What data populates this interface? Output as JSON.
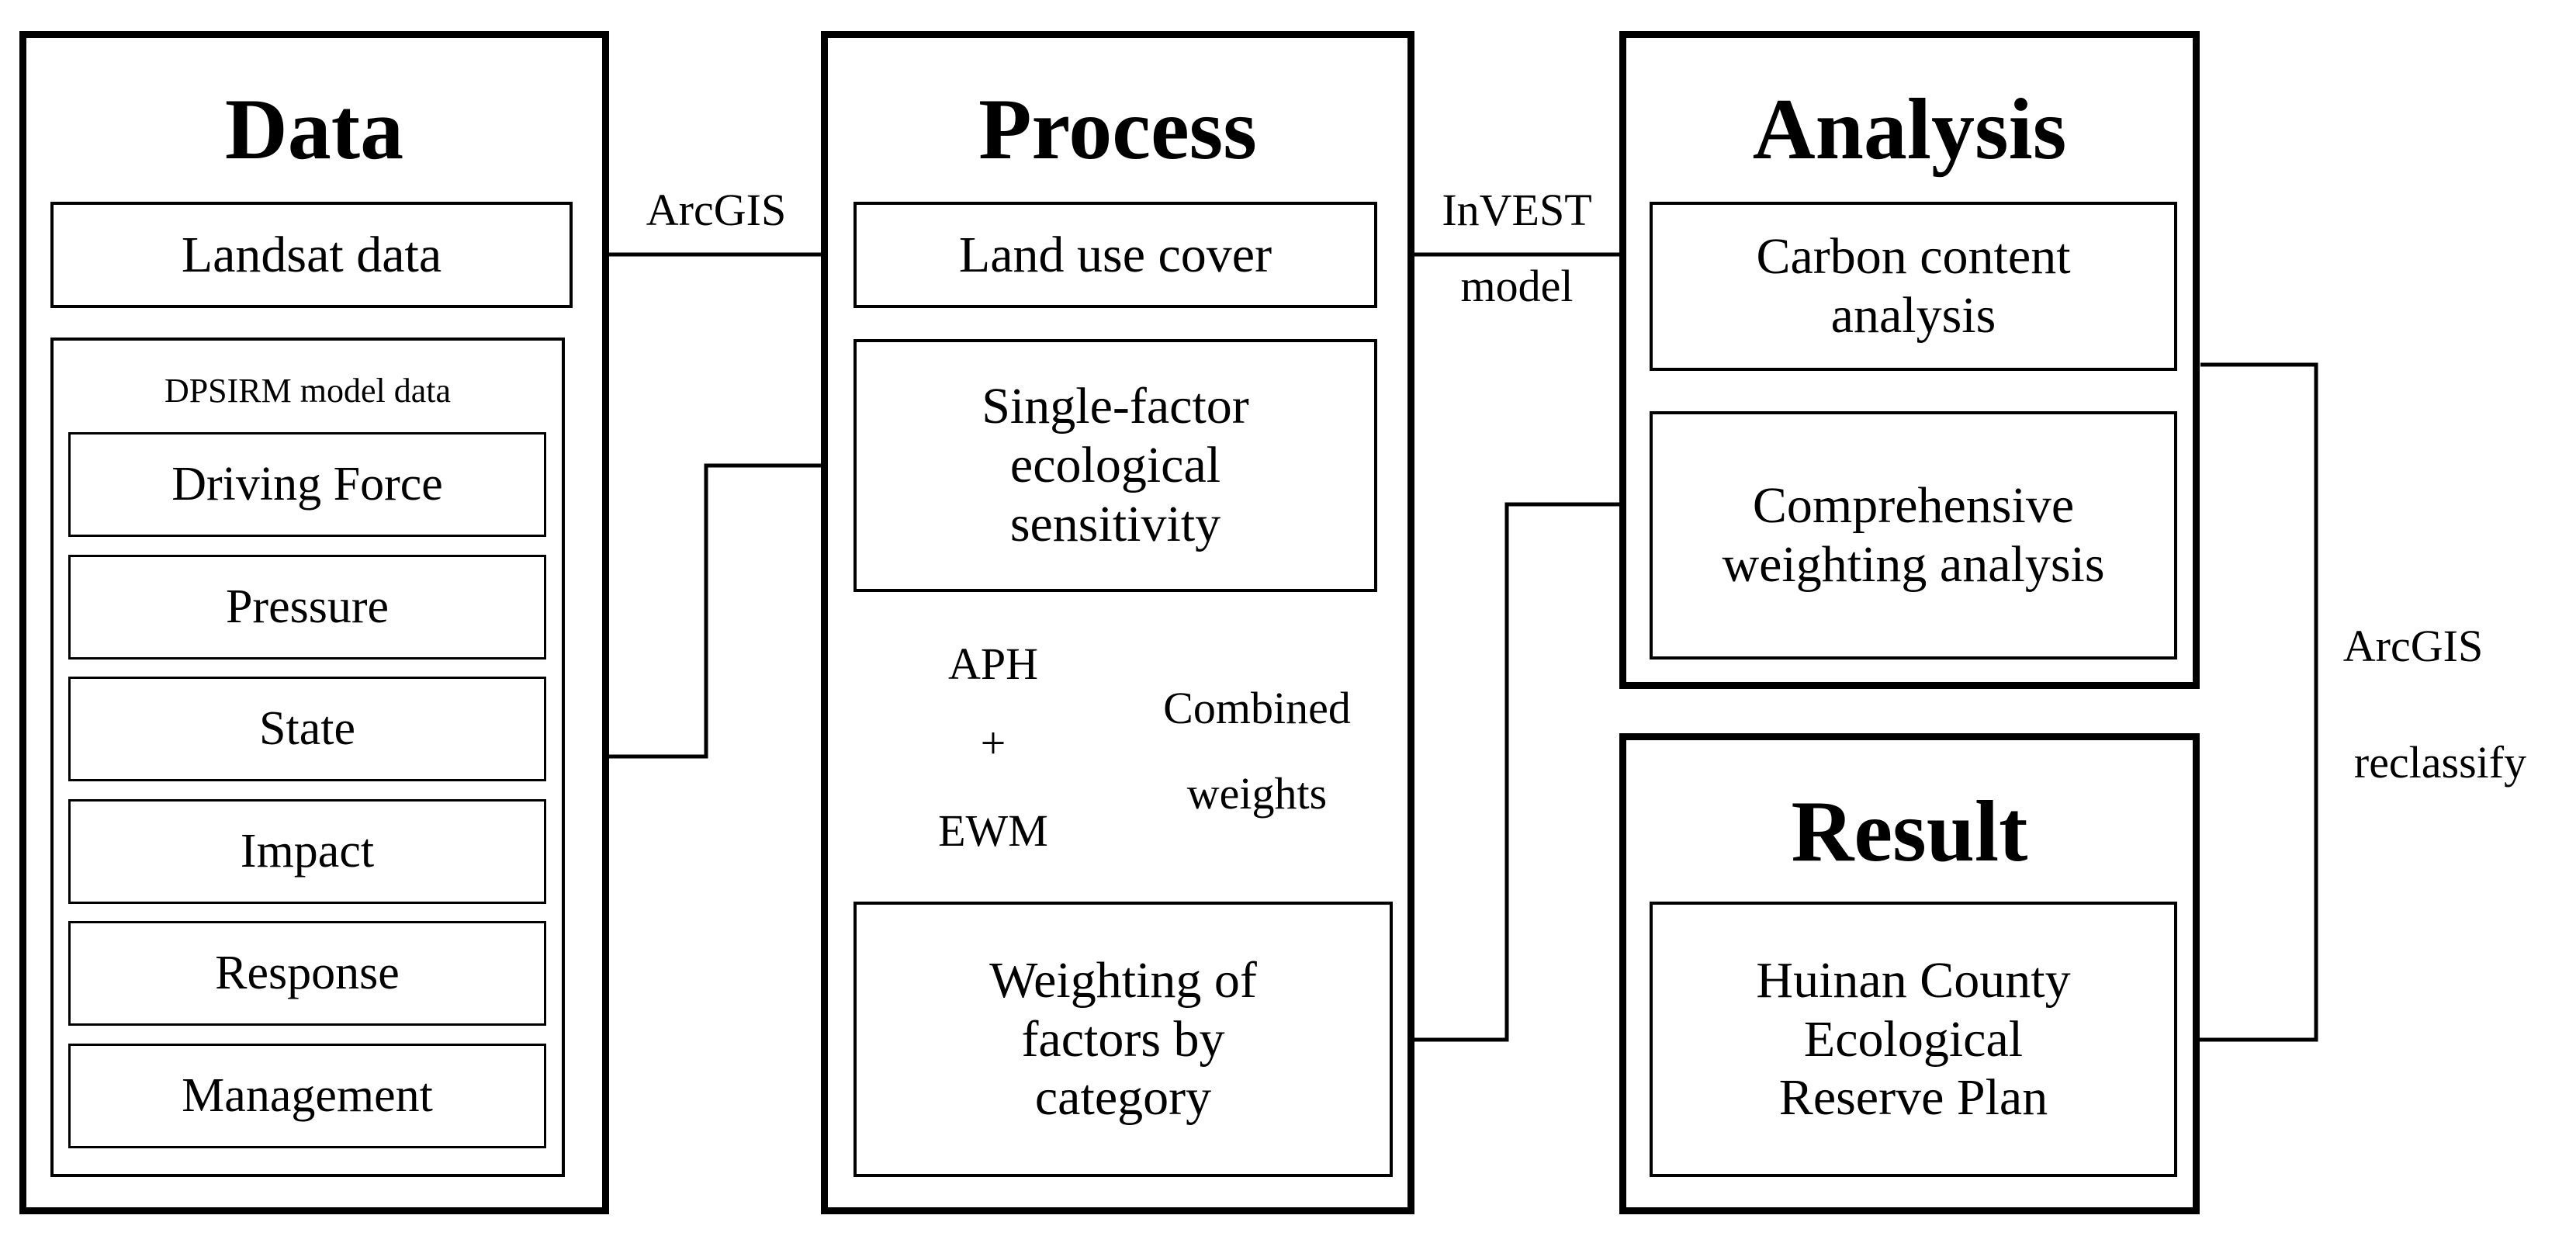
{
  "panels": {
    "data": {
      "title": "Data",
      "landsat": "Landsat data",
      "dpsirm_title": "DPSIRM model data",
      "items": [
        "Driving Force",
        "Pressure",
        "State",
        "Impact",
        "Response",
        "Management"
      ]
    },
    "process": {
      "title": "Process",
      "land_use": "Land use cover",
      "single_factor": "Single-factor ecological sensitivity",
      "weighting": "Weighting of factors by category"
    },
    "analysis": {
      "title": "Analysis",
      "carbon": "Carbon content analysis",
      "comprehensive": "Comprehensive weighting analysis"
    },
    "result": {
      "title": "Result",
      "plan": "Huinan County Ecological Reserve Plan"
    }
  },
  "edges": {
    "arcgis_top": "ArcGIS",
    "invest_1": "InVEST",
    "invest_2": "model",
    "aph": "APH",
    "plus": "+",
    "ewm": "EWM",
    "combined_1": "Combined",
    "combined_2": "weights",
    "arcgis_right": "ArcGIS",
    "reclassify": "reclassify"
  }
}
